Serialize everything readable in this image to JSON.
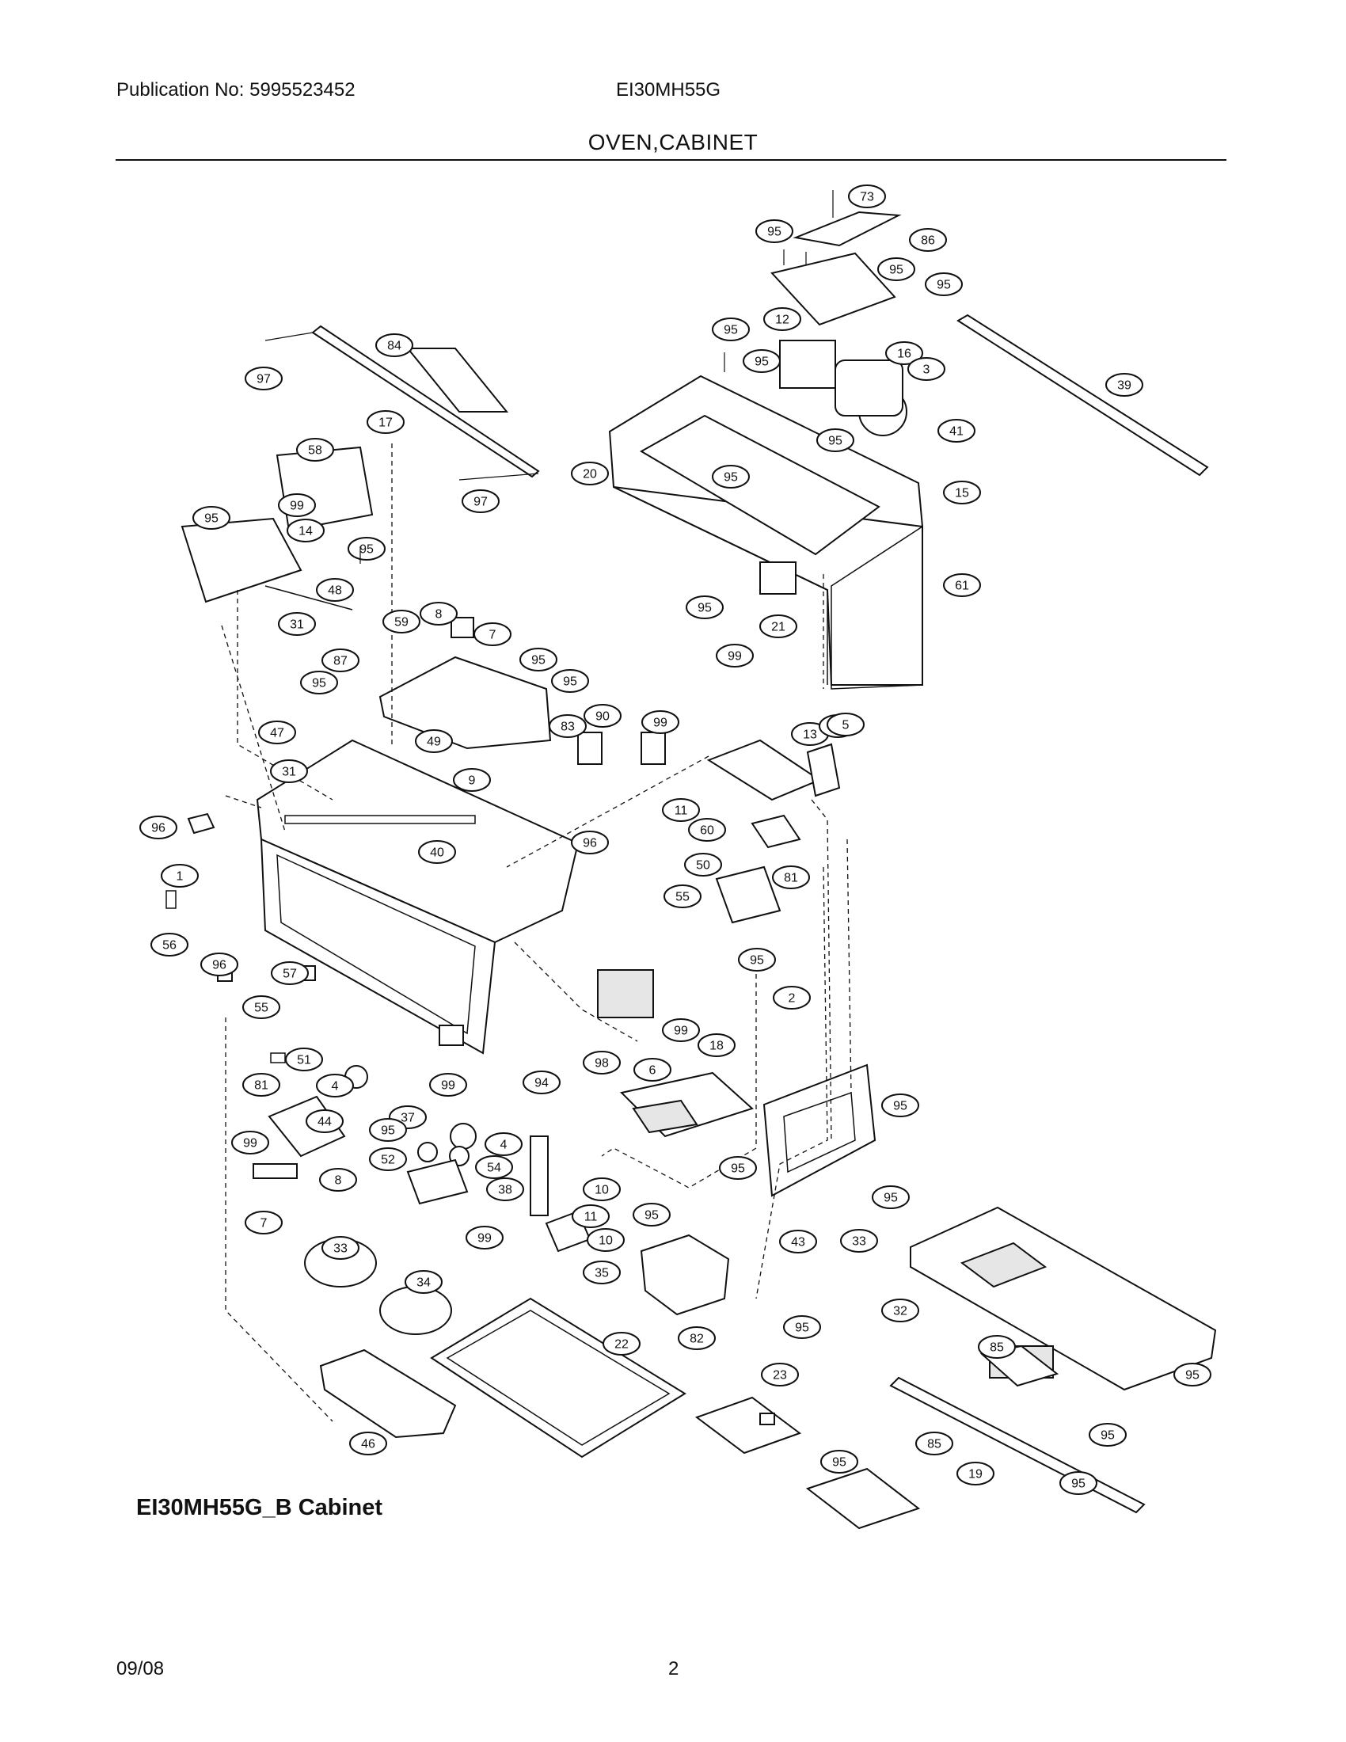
{
  "header": {
    "publication": "Publication No: 5995523452",
    "model": "EI30MH55G",
    "section_title": "OVEN,CABINET"
  },
  "diagram": {
    "caption": "EI30MH55G_B Cabinet",
    "callouts": [
      "73",
      "95",
      "86",
      "95",
      "95",
      "12",
      "95",
      "95",
      "16",
      "3",
      "84",
      "97",
      "39",
      "41",
      "17",
      "95",
      "95",
      "20",
      "58",
      "97",
      "95",
      "99",
      "14",
      "95",
      "48",
      "31",
      "59",
      "8",
      "7",
      "95",
      "95",
      "21",
      "95",
      "15",
      "61",
      "99",
      "87",
      "95",
      "83",
      "90",
      "99",
      "47",
      "49",
      "13",
      "96",
      "5",
      "31",
      "9",
      "11",
      "60",
      "96",
      "96",
      "40",
      "50",
      "81",
      "1",
      "55",
      "56",
      "96",
      "95",
      "57",
      "2",
      "55",
      "99",
      "18",
      "98",
      "51",
      "6",
      "94",
      "81",
      "4",
      "99",
      "37",
      "95",
      "44",
      "99",
      "95",
      "4",
      "54",
      "52",
      "8",
      "38",
      "10",
      "95",
      "11",
      "95",
      "95",
      "7",
      "99",
      "10",
      "35",
      "43",
      "33",
      "33",
      "34",
      "82",
      "95",
      "32",
      "22",
      "85",
      "23",
      "95",
      "46",
      "95",
      "85",
      "95",
      "19",
      "95"
    ]
  },
  "footer": {
    "date": "09/08",
    "page": "2"
  }
}
